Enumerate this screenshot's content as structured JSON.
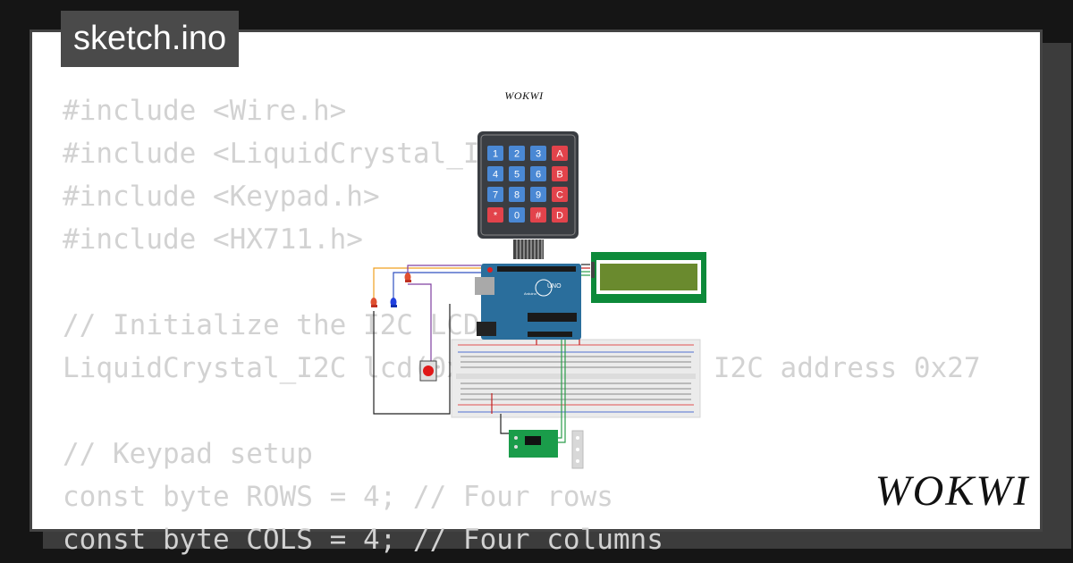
{
  "file_tag": "sketch.ino",
  "code_lines": [
    "#include <Wire.h>",
    "#include <LiquidCrystal_I2C.h>",
    "#include <Keypad.h>",
    "#include <HX711.h>",
    "",
    "// Initialize the I2C LCD",
    "LiquidCrystal_I2C lcd(0x27, 16, 2); // I2C address 0x27",
    "",
    "// Keypad setup",
    "const byte ROWS = 4; // Four rows",
    "const byte COLS = 4; // Four columns"
  ],
  "logo_small": "WOKWI",
  "logo_big": "WOKWI",
  "keypad": {
    "keys": [
      [
        "1",
        "2",
        "3",
        "A"
      ],
      [
        "4",
        "5",
        "6",
        "B"
      ],
      [
        "7",
        "8",
        "9",
        "C"
      ],
      [
        "*",
        "0",
        "#",
        "D"
      ]
    ]
  },
  "arduino": {
    "model_label": "UNO",
    "brand_label": "Arduino"
  },
  "colors": {
    "page_bg": "#151515",
    "card_bg": "#ffffff",
    "tag_bg": "#4a4a4a",
    "code_text": "#d2d2d2",
    "keypad_body": "#3a3d42",
    "key_blue": "#4a88d4",
    "key_red": "#e2434b",
    "arduino_blue": "#2a6e9c",
    "lcd_border": "#0d8a3a",
    "lcd_screen": "#6a8a2e",
    "hx711_green": "#1a9c4a",
    "breadboard": "#ebebeb"
  }
}
